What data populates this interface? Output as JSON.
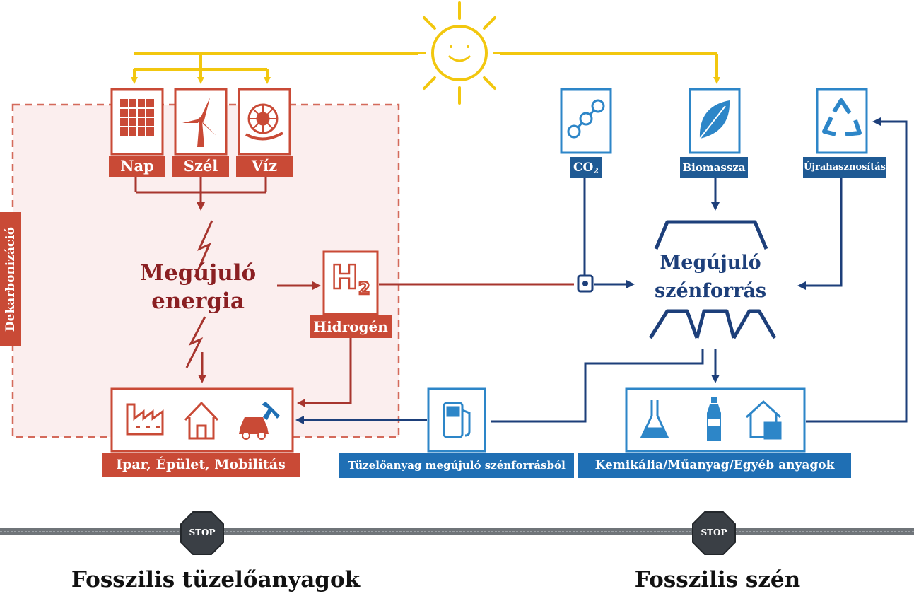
{
  "renewable_sources": {
    "solar": "Nap",
    "wind": "Szél",
    "water": "Víz"
  },
  "decarbonization_label": "Dekarbonizáció",
  "renewable_energy": {
    "line1": "Megújuló",
    "line2": "energia"
  },
  "hydrogen": {
    "label": "Hidrogén",
    "symbol": "H",
    "subscript": "2"
  },
  "sectors_label": "Ipar, Épület, Mobilitás",
  "co2": {
    "label": "CO",
    "subscript": "2"
  },
  "biomass_label": "Biomassza",
  "recycling_label": "Újrahasznosítás",
  "renewable_carbon": {
    "line1": "Megújuló",
    "line2": "szénforrás"
  },
  "fuel_label": "Tüzelőanyag megújuló szénforrásból",
  "chemicals_label": "Kemikália/Műanyag/Egyéb anyagok",
  "stop_signs": {
    "left": "STOP",
    "right": "STOP"
  },
  "bottom": {
    "left": "Fosszilis tüzelőanyagok",
    "right": "Fosszilis szén"
  },
  "colors": {
    "red": "#c94a36",
    "dark_red": "#8a1f22",
    "blue": "#1f6fb4",
    "navy": "#1d3f7a",
    "yellow": "#f2c70f",
    "stop": "#3a3f45"
  }
}
